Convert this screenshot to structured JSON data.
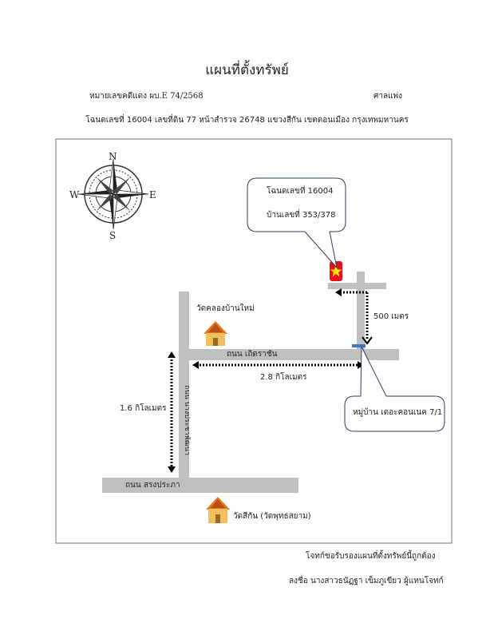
{
  "header": {
    "title": "แผนที่ตั้งทรัพย์",
    "case_number": "หมายเลขคดีแดง  ผบ.E 74/2568",
    "court": "ศาลแพ่ง",
    "deed_line": "โฉนดเลขที่  16004  เลขที่ดิน 77  หน้าสำรวจ 26748  แขวงสีกัน  เขตดอนเมือง  กรุงเทพมหานคร"
  },
  "map": {
    "compass": {
      "n": "N",
      "s": "S",
      "e": "E",
      "w": "W"
    },
    "callout_property": {
      "line1": "โฉนดเลขที่  16004",
      "line2": "บ้านเลขที่ 353/378"
    },
    "callout_village": "หมู่บ้าน เดอะคอนเนค 7/1",
    "distance_500": "500 เมตร",
    "distance_28": "2.8 กิโลเมตร",
    "distance_16": "1.6  กิโลเมตร",
    "road_main": "ถนน เถิดราชัน",
    "road_vertical": "ถนน นางประชาพัฒนา",
    "road_bottom": "ถนน สรงประภา",
    "temple_1": "วัดคลองบ้านใหม่",
    "temple_2": "วัดสีกัน (วัดพุทธสยาม)",
    "colors": {
      "road": "#c0c0c0",
      "marker": "#e8101a",
      "star": "#ffe600",
      "entrance": "#4472c4",
      "callout_border": "#2f3f5f"
    }
  },
  "footer": {
    "certify": "โจทก์ขอรับรองแผนที่ตั้งทรัพย์นี้ถูกต้อง",
    "signature": "ลงชื่อ นางสาวธนัฏฐา  เข็มภูเขียว  ผู้แทนโจทก์"
  }
}
